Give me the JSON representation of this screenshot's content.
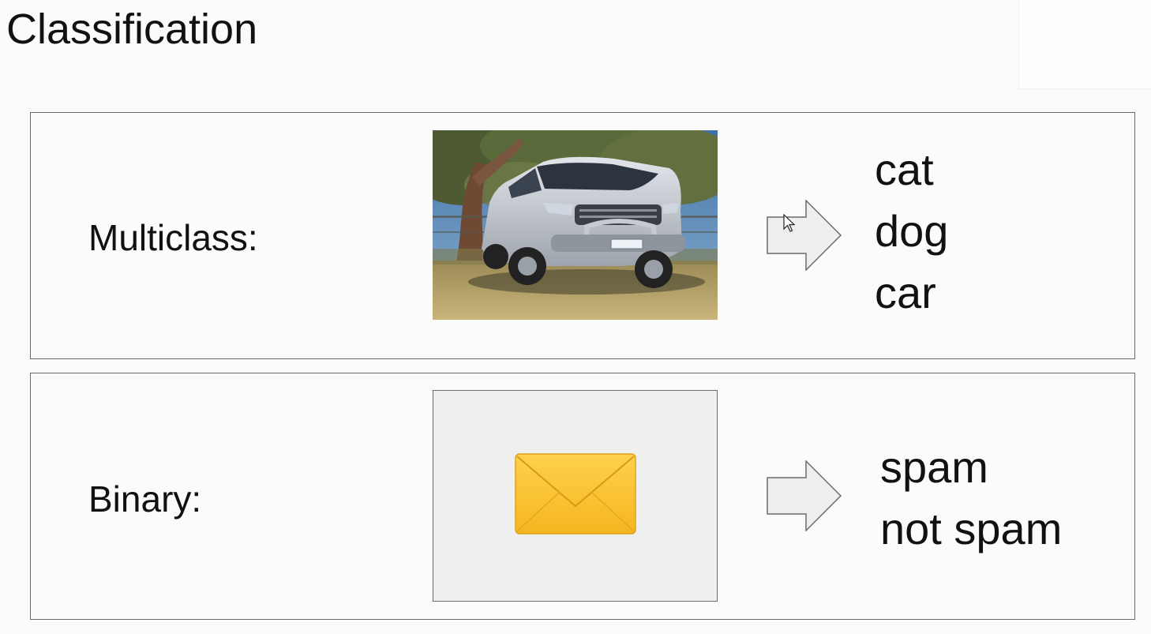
{
  "slide": {
    "title": "Classification"
  },
  "panels": [
    {
      "label": "Multiclass:",
      "image": "truck-photo",
      "classes": [
        "cat",
        "dog",
        "car"
      ]
    },
    {
      "label": "Binary:",
      "image": "envelope-icon",
      "classes": [
        "spam",
        "not spam"
      ]
    }
  ],
  "colors": {
    "background": "#fbfbfb",
    "border": "#6b6b6b",
    "arrow_fill": "#eeeeee",
    "envelope": "#ffc83d"
  }
}
